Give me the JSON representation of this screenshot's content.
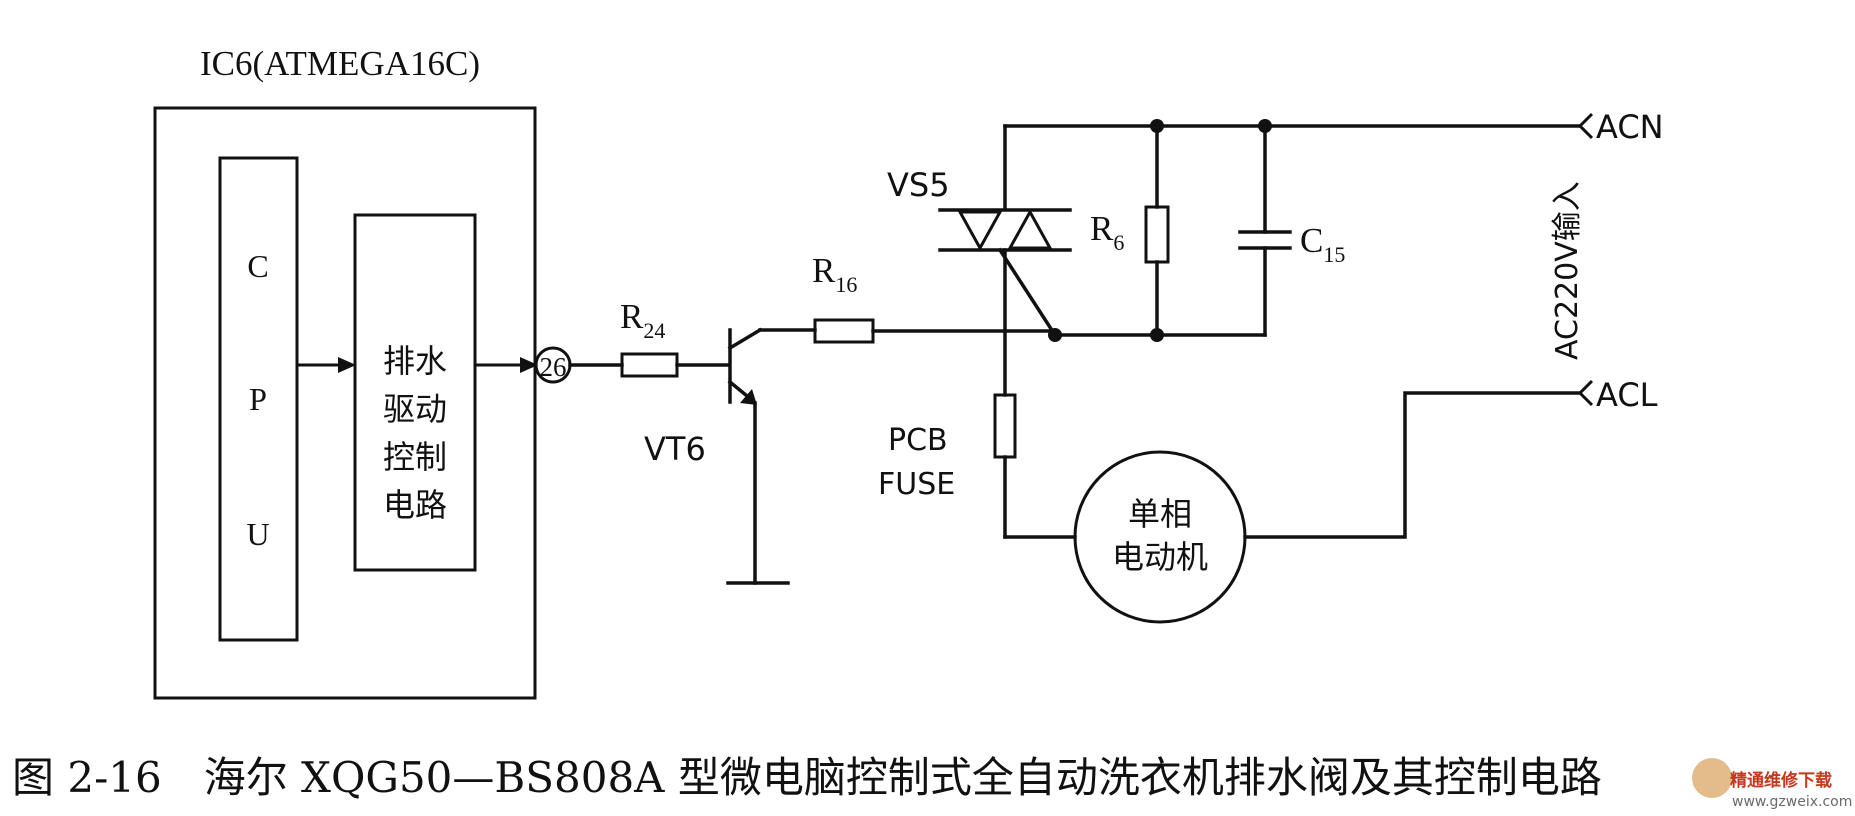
{
  "ic": {
    "label": "IC6(ATMEGA16C)"
  },
  "cpu": {
    "letters": [
      "C",
      "P",
      "U"
    ]
  },
  "drain_driver": {
    "lines": [
      "排水",
      "驱动",
      "控制",
      "电路"
    ]
  },
  "pin": {
    "number": "26"
  },
  "components": {
    "r24": {
      "base": "R",
      "sub": "24"
    },
    "r16": {
      "base": "R",
      "sub": "16"
    },
    "r6": {
      "base": "R",
      "sub": "6"
    },
    "c15": {
      "base": "C",
      "sub": "15"
    },
    "vs5": "VS5",
    "vt6": "VT6",
    "fuse": [
      "PCB",
      "FUSE"
    ],
    "motor": [
      "单相",
      "电动机"
    ]
  },
  "terminals": {
    "acn": "ACN",
    "acl": "ACL",
    "input": "AC220V输入"
  },
  "caption": "图 2-16　海尔 XQG50—BS808A 型微电脑控制式全自动洗衣机排水阀及其控制电路",
  "watermark": {
    "line1": "精通维修下载",
    "line2": "www.gzweix.com"
  }
}
